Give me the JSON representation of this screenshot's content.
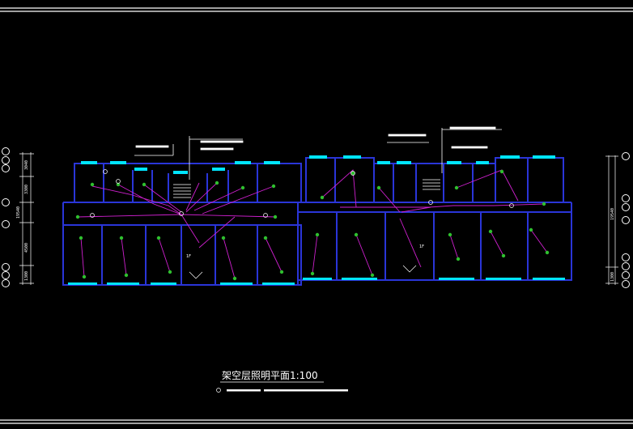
{
  "drawing": {
    "title": "架空层照明平面1:100",
    "background": "#000000",
    "colors": {
      "wall": "#2a35d8",
      "window": "#00e5ff",
      "wiring": "#d020d0",
      "fixture": "#2ec02e",
      "text": "#ffffff",
      "dimension": "#ffffff"
    },
    "left_dimensions": [
      "3040",
      "3300",
      "19540",
      "4500",
      "1300"
    ],
    "right_dimensions": [
      "19540",
      "1300"
    ],
    "center_labels": [
      "1F",
      "1F"
    ],
    "icons": [
      "axis-bubble-icon",
      "switch-icon",
      "lamp-icon",
      "stair-icon",
      "door-icon",
      "distribution-box-icon"
    ]
  }
}
